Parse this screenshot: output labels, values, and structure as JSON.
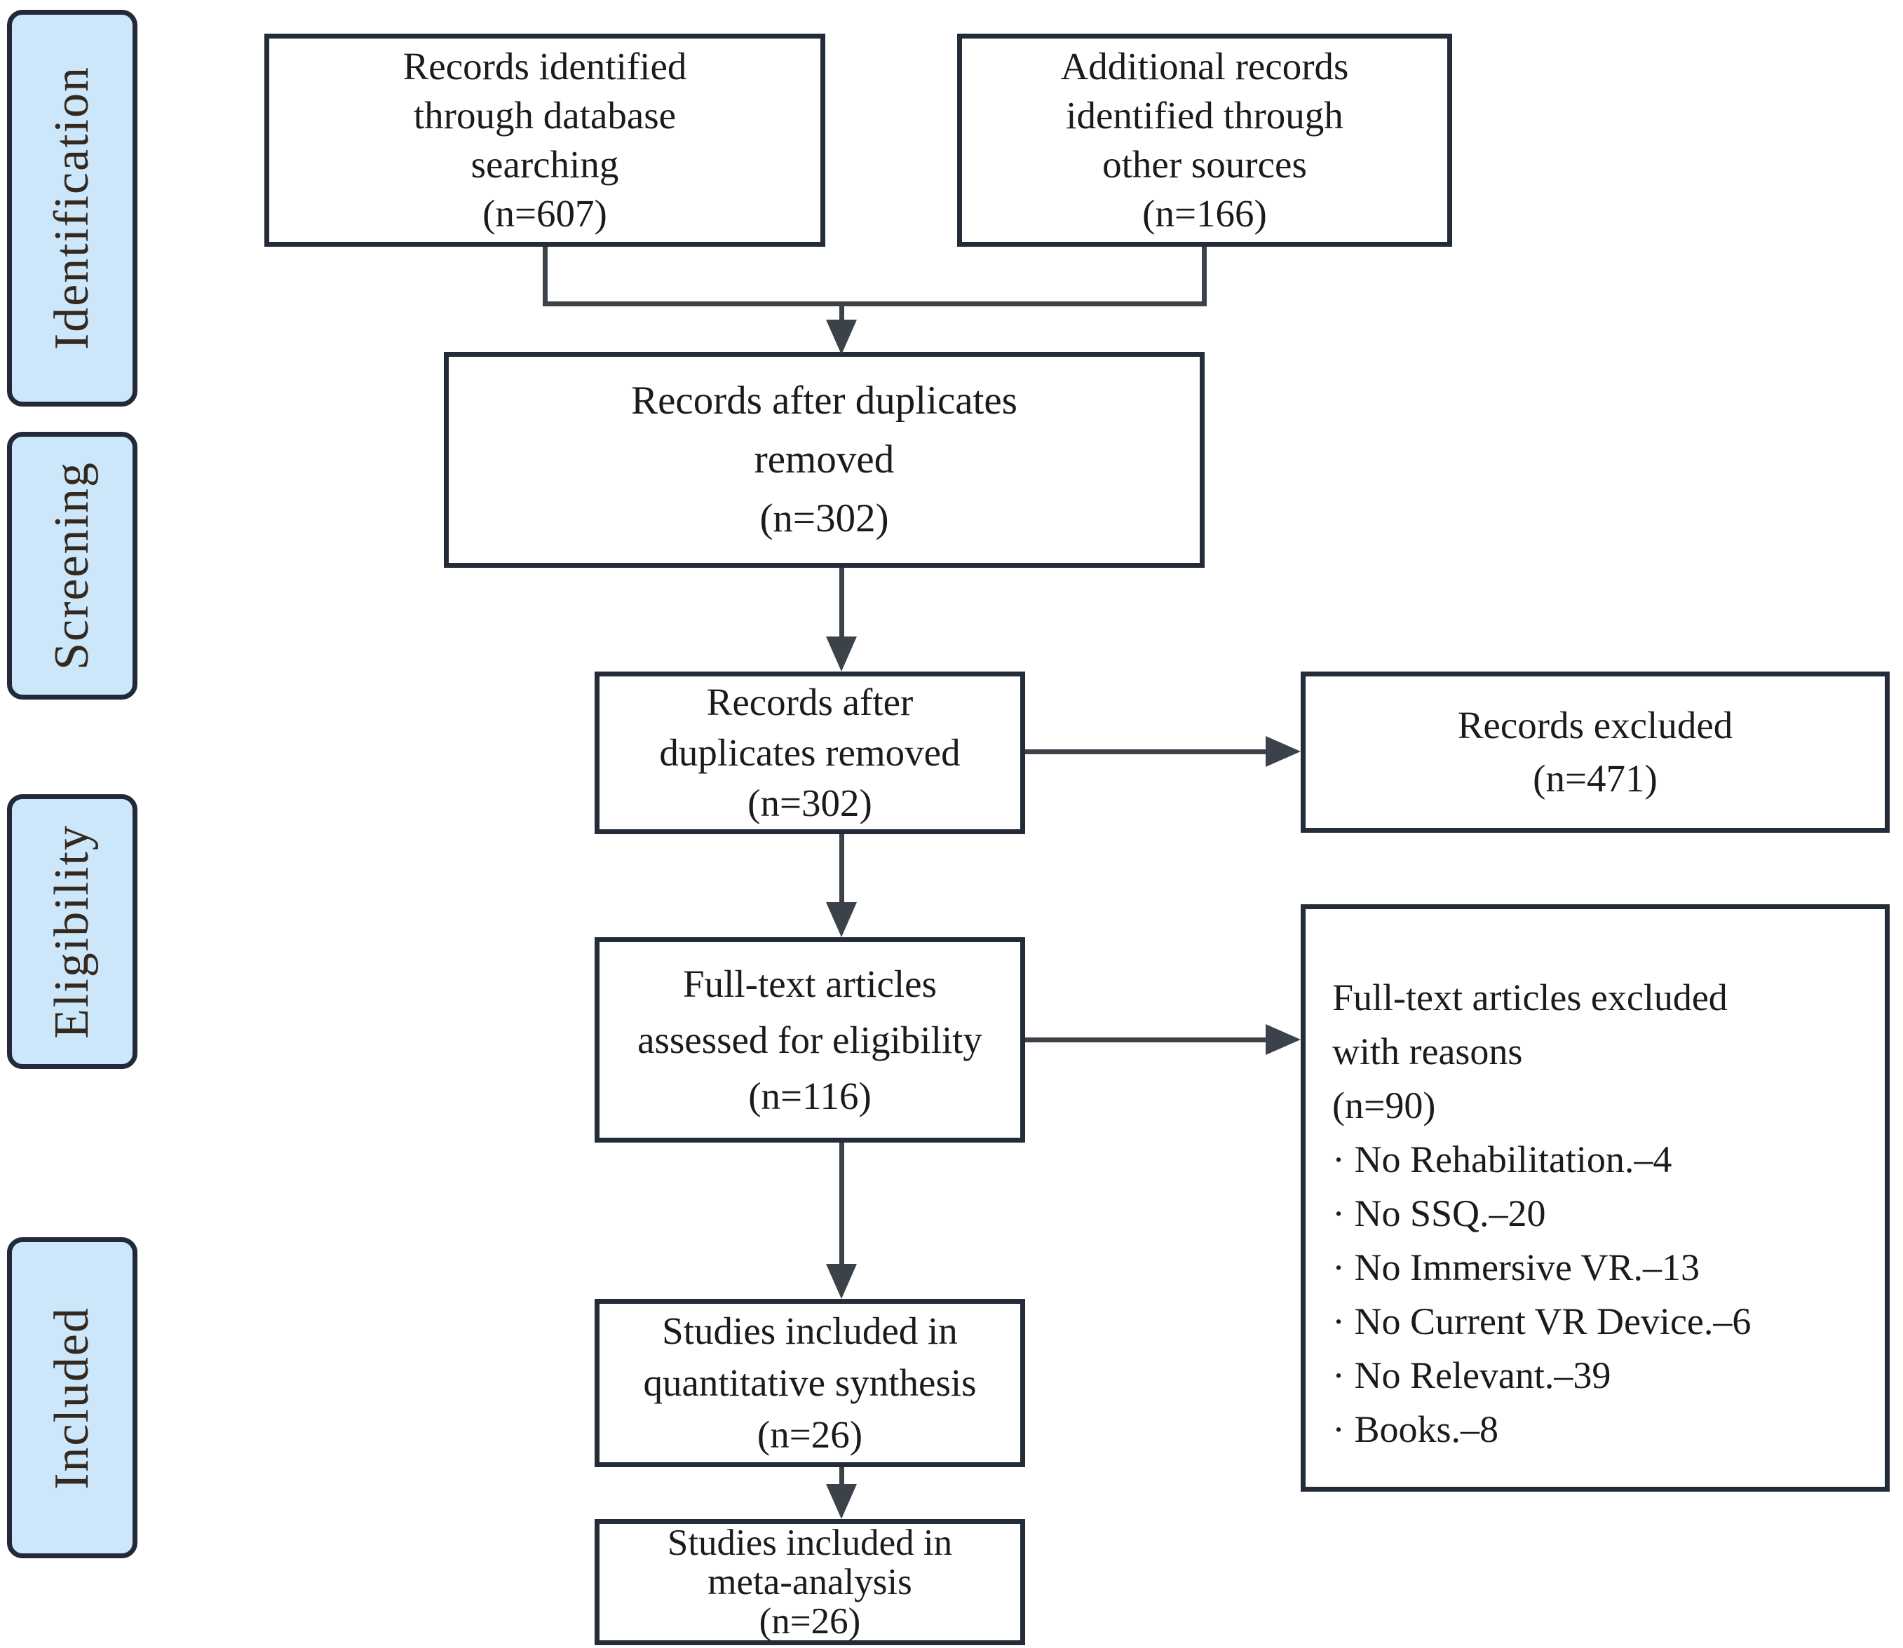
{
  "colors": {
    "sidebar_fill": "#cde7fa",
    "box_border": "#232c38",
    "connector": "#3b424a",
    "text": "#1b1b1b"
  },
  "sidebar": {
    "items": [
      {
        "label": "Identification"
      },
      {
        "label": "Screening"
      },
      {
        "label": "Eligibility"
      },
      {
        "label": "Included"
      }
    ]
  },
  "boxes": {
    "records_db": {
      "lines": [
        "Records identified",
        "through database",
        "searching",
        "(n=607)"
      ]
    },
    "records_other": {
      "lines": [
        "Additional records",
        "identified through",
        "other sources",
        "(n=166)"
      ]
    },
    "after_duplicates_wide": {
      "lines": [
        "Records after duplicates",
        "removed",
        "(n=302)"
      ]
    },
    "after_duplicates_screen": {
      "lines": [
        "Records after",
        "duplicates removed",
        "(n=302)"
      ]
    },
    "records_excluded": {
      "lines": [
        "Records excluded",
        "(n=471)"
      ]
    },
    "fulltext_assessed": {
      "lines": [
        "Full-text articles",
        "assessed for eligibility",
        "(n=116)"
      ]
    },
    "fulltext_excluded": {
      "lines": [
        "Full-text articles excluded",
        "with reasons",
        "(n=90)",
        "· No Rehabilitation.–4",
        "· No SSQ.–20",
        "· No Immersive VR.–13",
        "· No Current VR Device.–6",
        "· No Relevant.–39",
        "· Books.–8"
      ]
    },
    "quantitative_synthesis": {
      "lines": [
        "Studies included in",
        "quantitative synthesis",
        "(n=26)"
      ]
    },
    "meta_analysis": {
      "lines": [
        "Studies included in",
        "meta-analysis",
        "(n=26)"
      ]
    }
  }
}
